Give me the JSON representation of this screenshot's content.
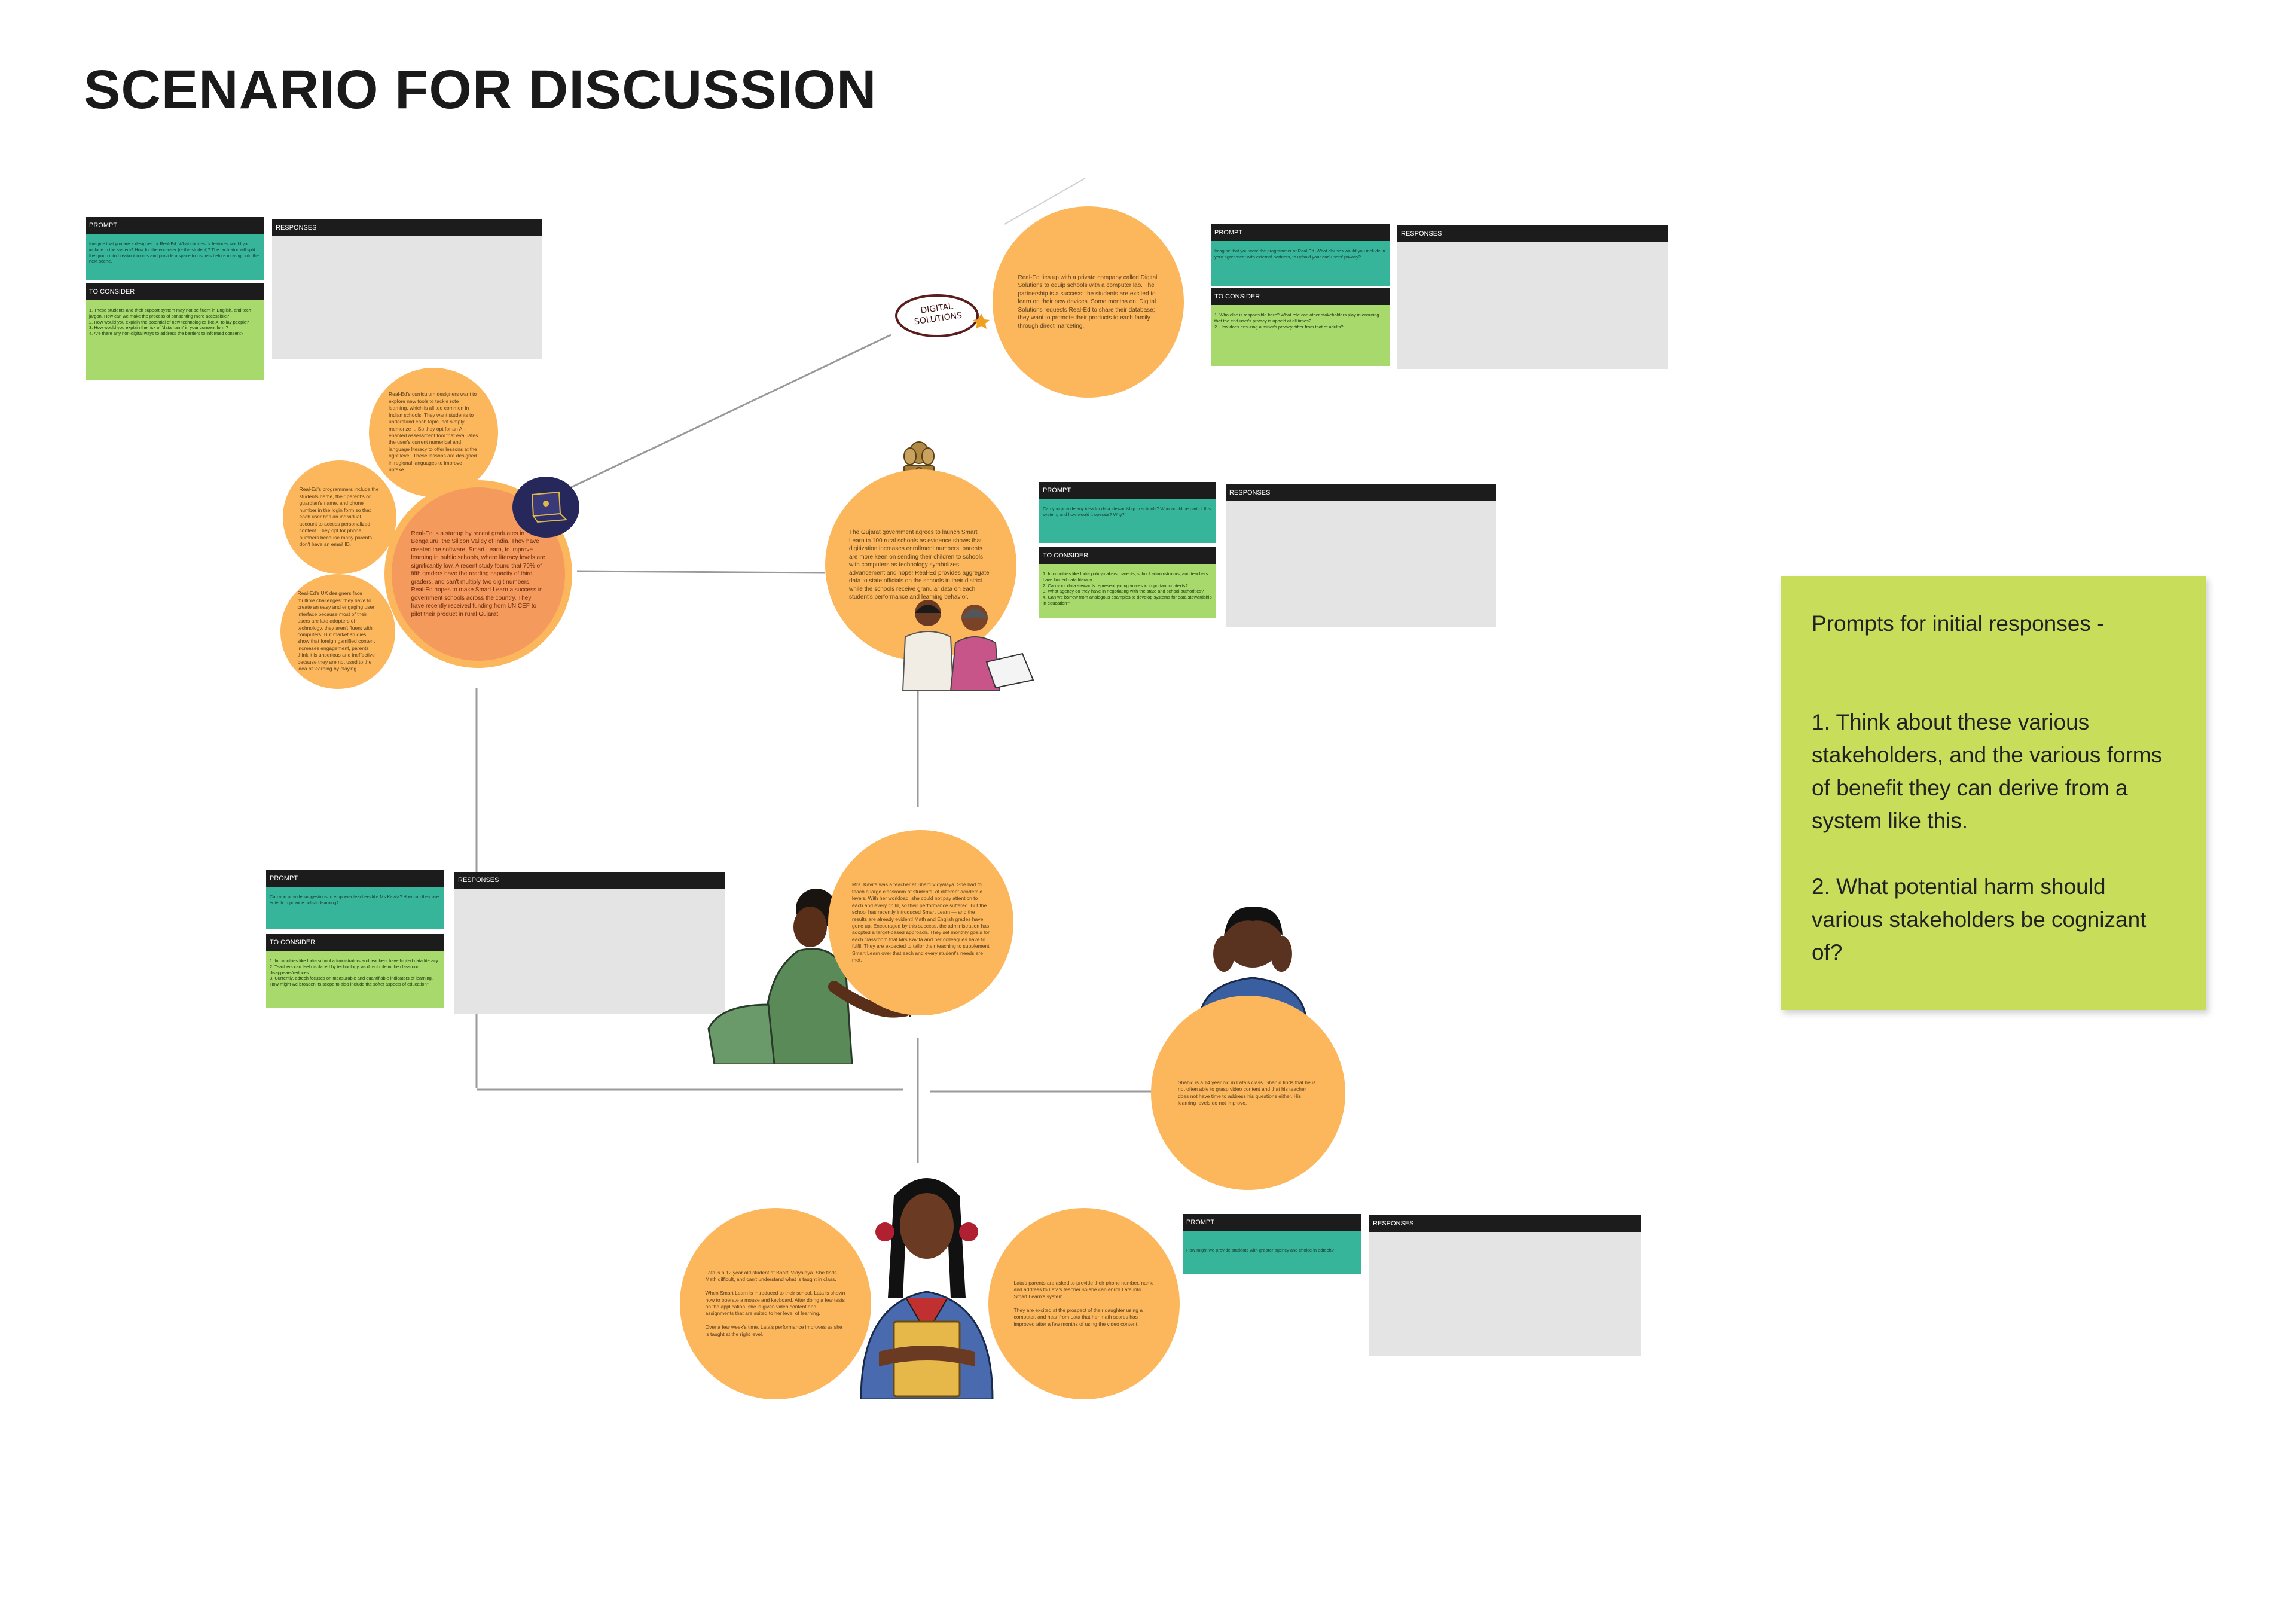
{
  "title": "SCENARIO FOR DISCUSSION",
  "cards": {
    "realed": {
      "prompt_label": "PROMPT",
      "responses_label": "RESPONSES",
      "consider_label": "TO CONSIDER",
      "prompt_text": "Imagine that you are a designer for Real-Ed. What choices or features would you include in the system? How for the end-user (ie the student)? The facilitator will split the group into breakout rooms and provide a space to discuss before moving onto the next scene.",
      "consider_text": "1. These students and their support system may not be fluent in English, and tech jargon. How can we make the process of consenting more accessible?\n2. How would you explain the potential of new technologies like AI to lay people?\n3. How would you explain the risk of 'data harm' in your consent form?\n4. Are there any non-digital ways to address the barriers to informed consent?"
    },
    "digital": {
      "prompt_label": "PROMPT",
      "responses_label": "RESPONSES",
      "consider_label": "TO CONSIDER",
      "prompt_text": "Imagine that you were the programmer of Real-Ed. What clauses would you include in your agreement with external partners, to uphold your end-users' privacy?",
      "consider_text": "1. Who else is responsible here? What role can other stakeholders play in ensuring that the end-user's privacy is upheld at all times?\n2. How does ensuring a minor's privacy differ from that of adults?"
    },
    "gujarat": {
      "prompt_label": "PROMPT",
      "responses_label": "RESPONSES",
      "consider_label": "TO CONSIDER",
      "prompt_text": "Can you provide any idea for data stewardship in schools? Who would be part of this system, and how would it operate? Why?",
      "consider_text": "1. In countries like India policymakers, parents, school administrators, and teachers have limited data literacy.\n2. Can your data stewards represent young voices in important contexts?\n3. What agency do they have in negotiating with the state and school authorities?\n4. Can we borrow from analogous examples to develop systems for data stewardship in education?"
    },
    "kavita": {
      "prompt_label": "PROMPT",
      "responses_label": "RESPONSES",
      "consider_label": "TO CONSIDER",
      "prompt_text": "Can you provide suggestions to empower teachers like Ms Kavita? How can they use edtech to provide holistic learning?",
      "consider_text": "1. In countries like India school administrators and teachers have limited data literacy.\n2. Teachers can feel displaced by technology, as direct role in the classroom disappears/reduces.\n3. Currently, edtech focuses on measurable and quantifiable indicators of learning. How might we broaden its scope to also include the softer aspects of education?"
    },
    "lata": {
      "prompt_label": "PROMPT",
      "responses_label": "RESPONSES",
      "prompt_text": "How might we provide students with greater agency and choice in edtech?"
    }
  },
  "circles": {
    "realed_main": "Real-Ed is a startup by recent graduates in Bengaluru, the Silicon Valley of India. They have created the software, Smart Learn, to improve learning in public schools, where literacy levels are significantly low. A recent study found that 70% of fifth graders have the reading capacity of third graders, and can't multiply two digit numbers. Real-Ed hopes to make Smart Learn a success in government schools across the country. They have recently received funding from UNICEF to pilot their product in rural Gujarat.",
    "realed_top": "Real-Ed's curriculum designers want to explore new tools to tackle rote learning, which is all too common in Indian schools. They want students to understand each topic, not simply memorize it. So they opt for an AI-enabled assessment tool that evaluates the user's current numerical and language literacy to offer lessons at the right level. These lessons are designed in regional languages to improve uptake.",
    "realed_mid": "Real-Ed's programmers include the students name, their parent's or guardian's name, and phone number in the login form so that each user has an individual account to access personalized content. They opt for phone numbers because many parents don't have an email ID.",
    "realed_low": "Real-Ed's UX designers face multiple challenges: they have to create an easy and engaging user interface because most of their users are late adopters of technology, they aren't fluent with computers. But market studies show that foreign gamified content increases engagement, parents think it is unserious and ineffective because they are not used to the idea of learning by playing.",
    "digital": "Real-Ed ties up with a private company called Digital Solutions to equip schools with a computer lab. The partnership is a success: the students are excited to learn on their new devices. Some months on, Digital Solutions requests Real-Ed to share their database; they want to promote their products to each family through direct marketing.",
    "gujarat": "The Gujarat government agrees to launch Smart Learn in 100 rural schools as evidence shows that digitization increases enrollment numbers: parents are more keen on sending their children to schools with computers as technology symbolizes advancement and hope! Real-Ed provides aggregate data to state officials on the schools in their district while the schools receive granular data on each student's performance and learning behavior.",
    "kavita": "Mrs. Kavita was a teacher at Bharti Vidyalaya. She had to teach a large classroom of students, of different academic levels. With her workload, she could not pay attention to each and every child, so their performance suffered. But the school has recently introduced Smart Learn — and the results are already evident! Math and English grades have gone up. Encouraged by this success, the administration has adopted a target-based approach. They set monthly goals for each classroom that Mrs Kavita and her colleagues have to fulfil. They are expected to tailor their teaching to supplement Smart Learn over that each and every student's needs are met.",
    "shahid": "Shahid is a 14 year old in Lata's class. Shahid finds that he is not often able to grasp video content and that his teacher does not have time to address his questions either. His learning levels do not improve.",
    "lata": "Lata is a 12 year old student at Bharti Vidyalaya. She finds Math difficult, and can't understand what is taught in class.\n\nWhen Smart Learn is introduced to their school, Lata is shown how to operate a mouse and keyboard. After doing a few tests on the application, she is given video content and assignments that are suited to her level of learning.\n\nOver a few week's time, Lata's performance improves as she is taught at the right level.",
    "parents": "Lata's parents are asked to provide their phone number, name and address to Lata's teacher so she can enroll Lata into Smart Learn's system.\n\nThey are excited at the prospect of their daughter using a computer, and hear from Lata that her math scores has improved after a few months of using the video content."
  },
  "logo_text": "DIGITAL SOLUTIONS",
  "sticky": {
    "heading": "Prompts for initial responses -",
    "item1": "1. Think about these various stakeholders, and the various forms of benefit they can derive from a system like this.",
    "item2": "2. What potential harm should various stakeholders be cognizant of?"
  },
  "colors": {
    "circle": "#fcb75c",
    "circle_main": "#f49a5c",
    "teal": "#36b59a",
    "green": "#a8d96c",
    "sticky": "#c8dd5a",
    "bar": "#1c1c1c"
  }
}
